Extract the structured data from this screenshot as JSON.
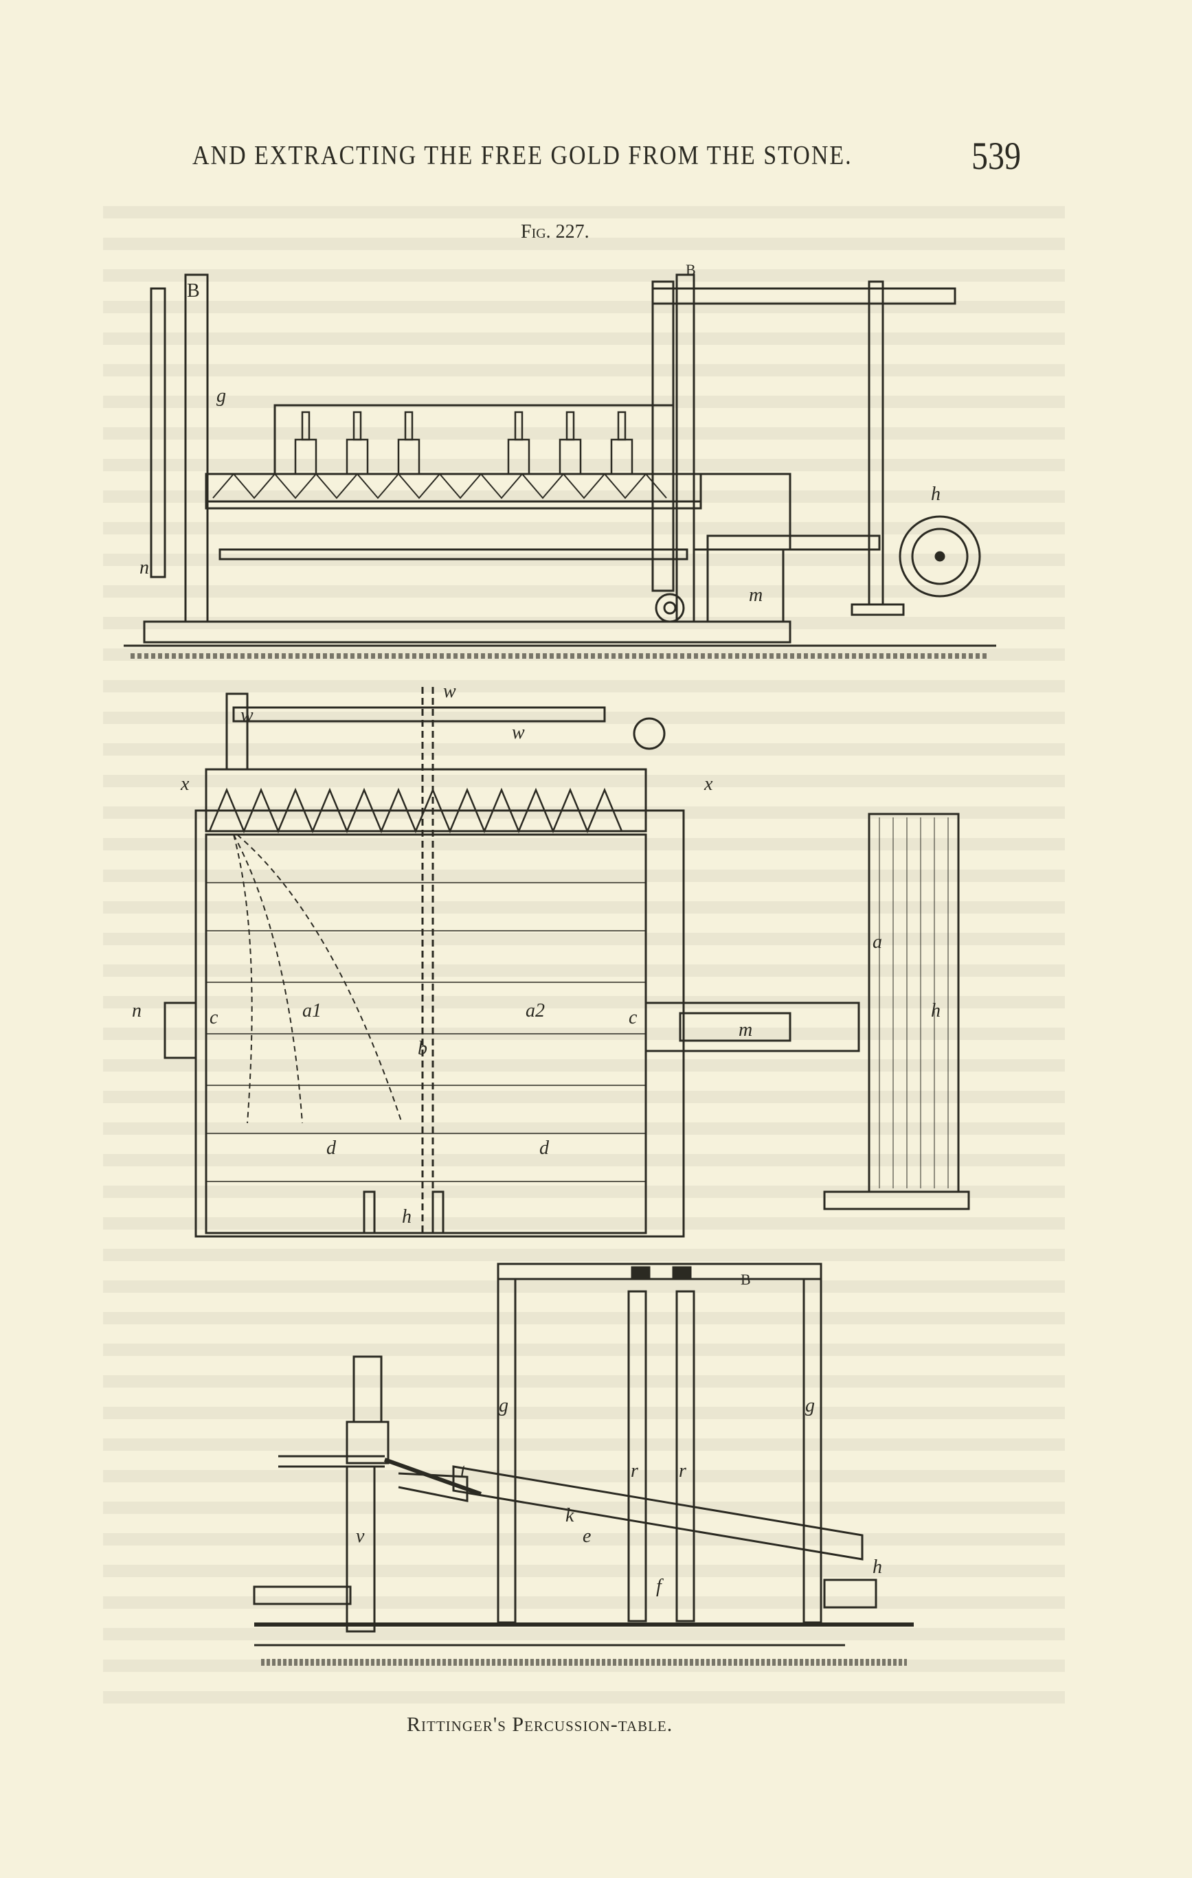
{
  "page": {
    "running_head": "AND EXTRACTING THE FREE GOLD FROM THE STONE.",
    "page_number": "539",
    "figure_label": "Fig. 227.",
    "caption": "Rittinger's Percussion-table."
  },
  "figure_labels": {
    "elevation": [
      "B",
      "g",
      "n",
      "B",
      "h",
      "m"
    ],
    "plan": [
      "w",
      "w",
      "w",
      "x",
      "x",
      "a",
      "n",
      "c",
      "a1",
      "a2",
      "c",
      "b",
      "m",
      "h",
      "d",
      "d",
      "h"
    ],
    "section": [
      "B",
      "g",
      "g",
      "t",
      "r",
      "r",
      "v",
      "k",
      "e",
      "f",
      "h"
    ]
  },
  "colors": {
    "paper": "#f6f2dc",
    "ink": "#2b2a22"
  }
}
